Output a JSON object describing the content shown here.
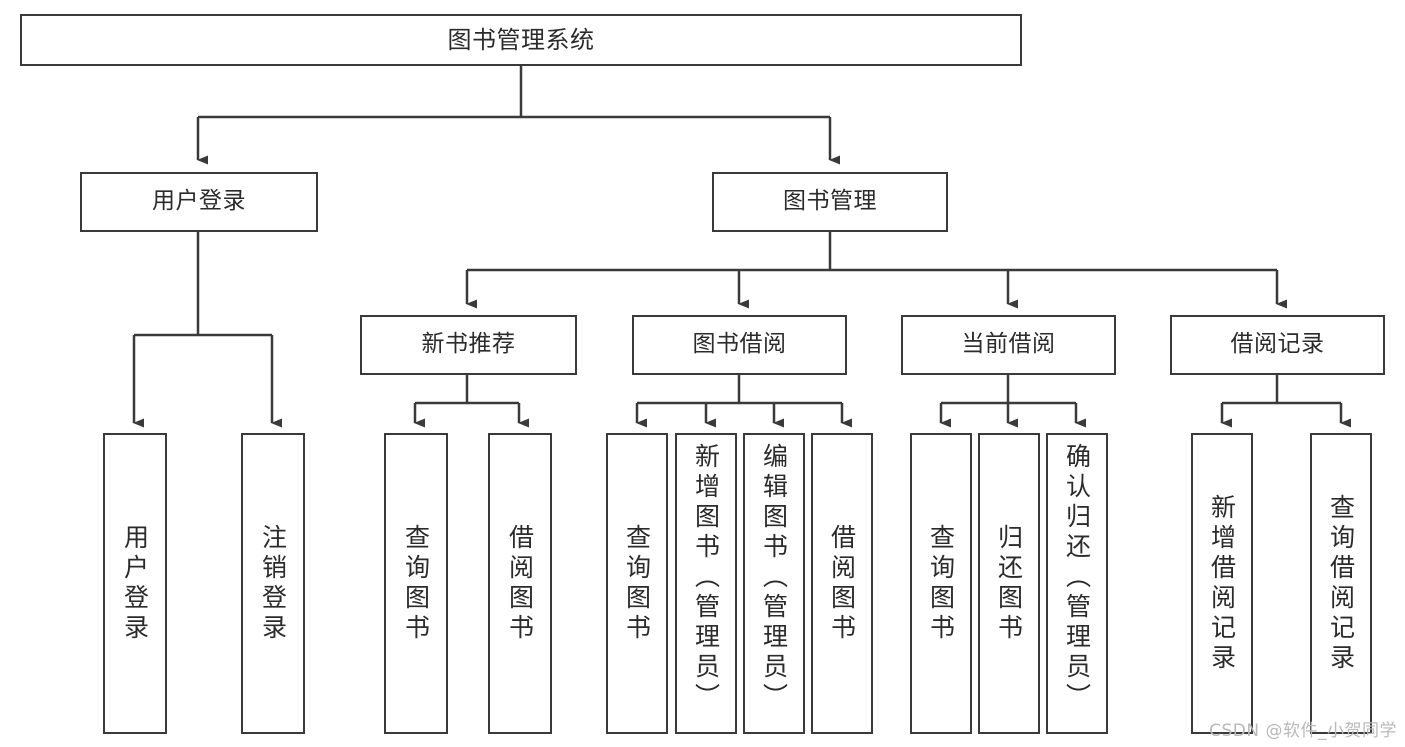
{
  "diagram": {
    "title": "图书管理系统",
    "type": "tree",
    "watermark": "CSDN @软件_小贺同学",
    "colors": {
      "border": "#3a3a3a",
      "text": "#2b2b2b",
      "background": "#ffffff",
      "watermark": "#b9b9b9"
    },
    "levels": {
      "root": {
        "label": "图书管理系统"
      },
      "level1": [
        {
          "label": "用户登录"
        },
        {
          "label": "图书管理"
        }
      ],
      "level2": [
        {
          "label": "新书推荐"
        },
        {
          "label": "图书借阅"
        },
        {
          "label": "当前借阅"
        },
        {
          "label": "借阅记录"
        }
      ],
      "leaves": {
        "user_login": [
          {
            "label": "用户登录"
          },
          {
            "label": "注销登录"
          }
        ],
        "new_book_recommend": [
          {
            "label": "查询图书"
          },
          {
            "label": "借阅图书"
          }
        ],
        "book_borrow": [
          {
            "label": "查询图书"
          },
          {
            "label": "新增图书（管理员）"
          },
          {
            "label": "编辑图书（管理员）"
          },
          {
            "label": "借阅图书"
          }
        ],
        "current_borrow": [
          {
            "label": "查询图书"
          },
          {
            "label": "归还图书"
          },
          {
            "label": "确认归还（管理员）"
          }
        ],
        "borrow_record": [
          {
            "label": "新增借阅记录"
          },
          {
            "label": "查询借阅记录"
          }
        ]
      }
    }
  }
}
